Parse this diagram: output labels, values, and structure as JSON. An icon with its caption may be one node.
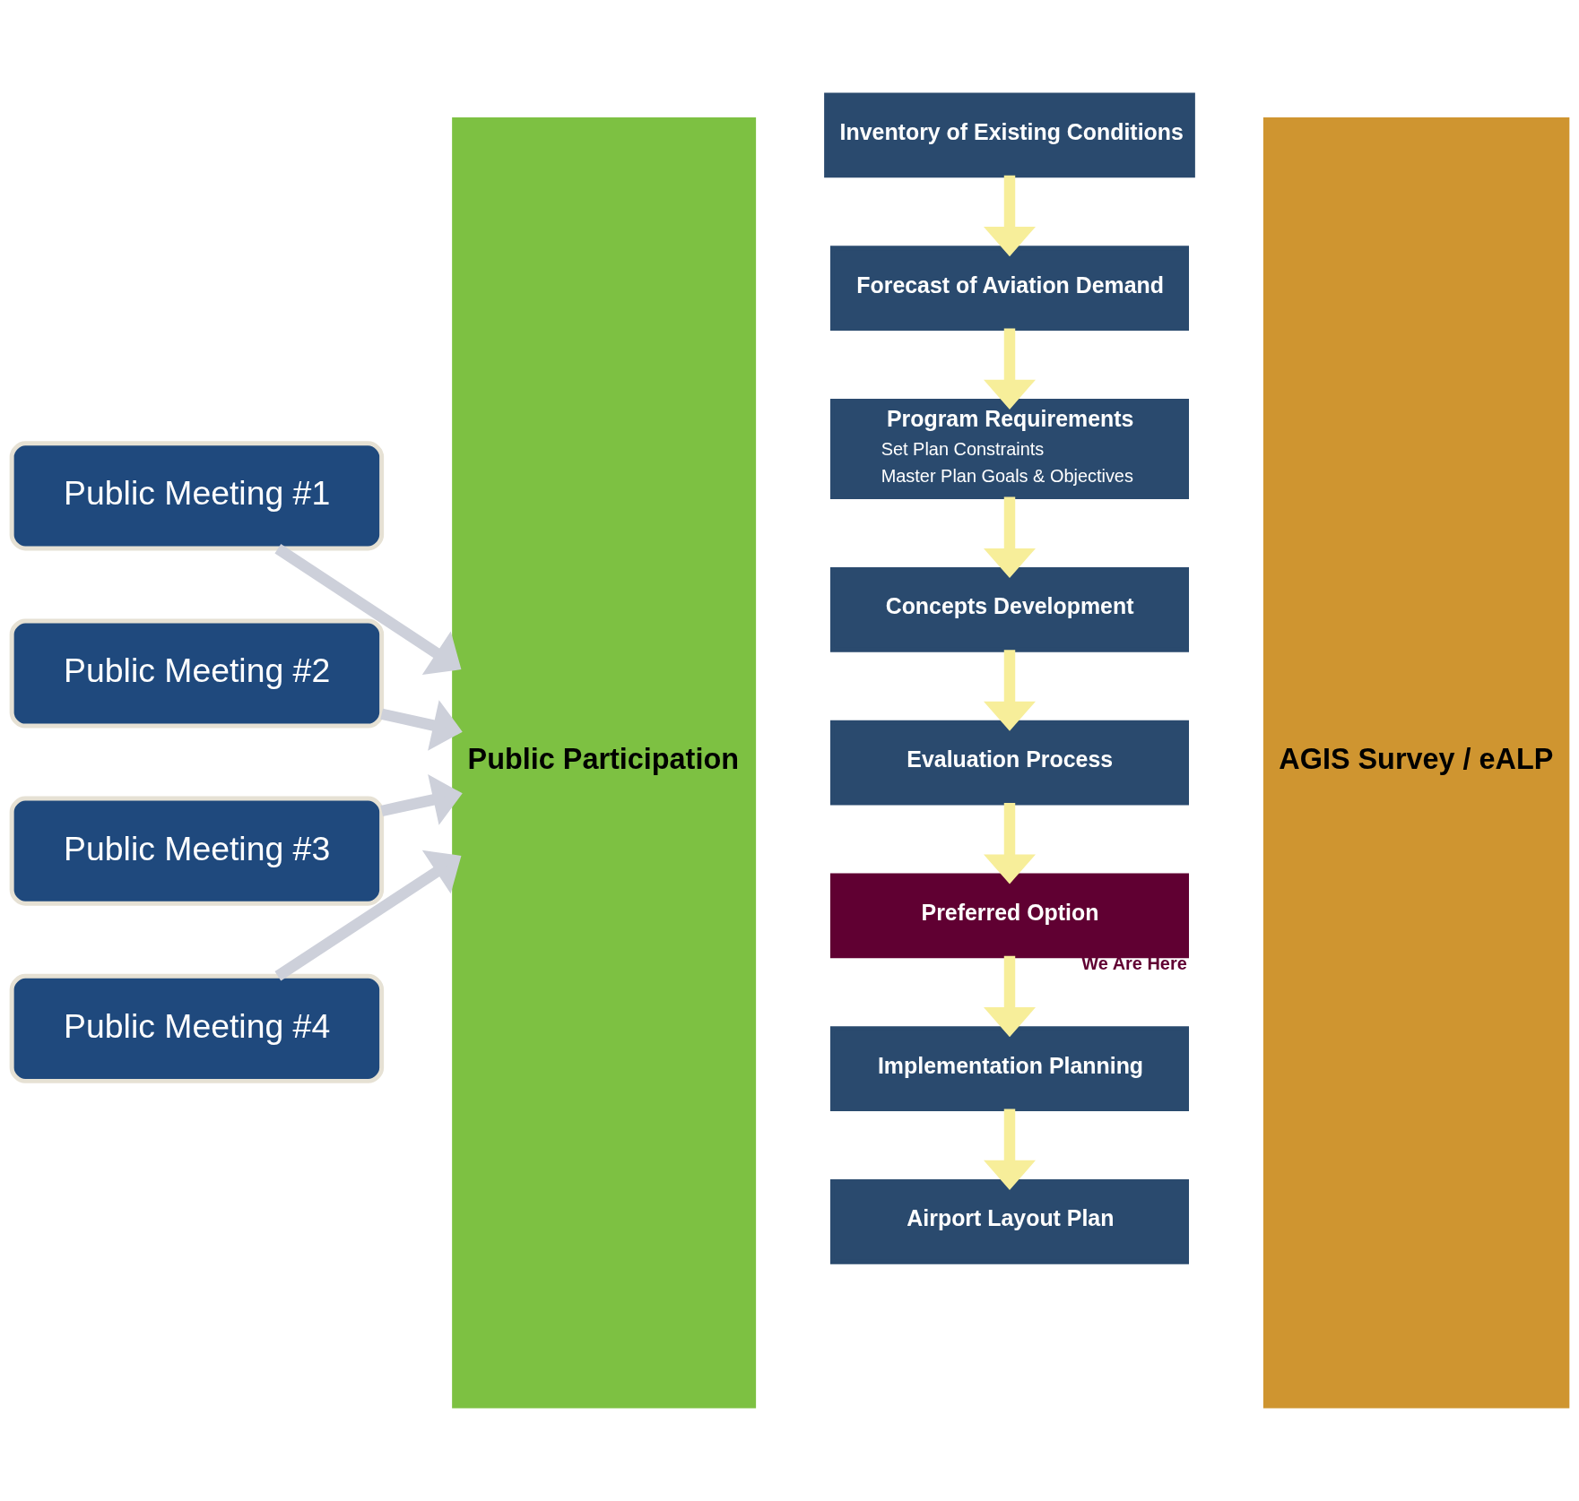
{
  "diagram": {
    "nodes": [
      {
        "text": [
          "Public Meeting #1"
        ]
      },
      {
        "text": [
          "Public Meeting #2"
        ]
      },
      {
        "text": [
          "Public Meeting #3"
        ]
      },
      {
        "text": [
          "Public Meeting #4"
        ]
      },
      {
        "text": [
          "Public Participation"
        ]
      },
      {
        "text": [
          "Inventory of Existing Conditions"
        ]
      },
      {
        "text": [
          "Forecast of Aviation Demand"
        ]
      },
      {
        "text": [
          "Program Requirements",
          "Set Plan Constraints",
          "Master Plan Goals & Objectives"
        ]
      },
      {
        "text": [
          "Concepts Development"
        ]
      },
      {
        "text": [
          "Evaluation Process"
        ]
      },
      {
        "text": [
          "Preferred Option"
        ],
        "beside": [
          "We Are Here"
        ]
      },
      {
        "text": [
          "Implementation Planning"
        ]
      },
      {
        "text": [
          "Airport Layout Plan"
        ]
      },
      {
        "text": [
          "AGIS Survey / eALP"
        ]
      }
    ],
    "edges": [
      {
        "from": 0,
        "to": 4,
        "arrow": "to",
        "color": "#cdd0da"
      },
      {
        "from": 1,
        "to": 4,
        "arrow": "to",
        "color": "#cdd0da"
      },
      {
        "from": 2,
        "to": 4,
        "arrow": "to",
        "color": "#cdd0da"
      },
      {
        "from": 3,
        "to": 4,
        "arrow": "to",
        "color": "#cdd0da"
      },
      {
        "from": 5,
        "to": 6,
        "arrow": "to"
      },
      {
        "from": 6,
        "to": 7,
        "arrow": "to"
      },
      {
        "from": 7,
        "to": 8,
        "arrow": "to"
      },
      {
        "from": 8,
        "to": 9,
        "arrow": "to"
      },
      {
        "from": 9,
        "to": 10,
        "arrow": "to"
      },
      {
        "from": 10,
        "to": 11,
        "arrow": "to"
      },
      {
        "from": 11,
        "to": 12,
        "arrow": "to"
      }
    ]
  }
}
